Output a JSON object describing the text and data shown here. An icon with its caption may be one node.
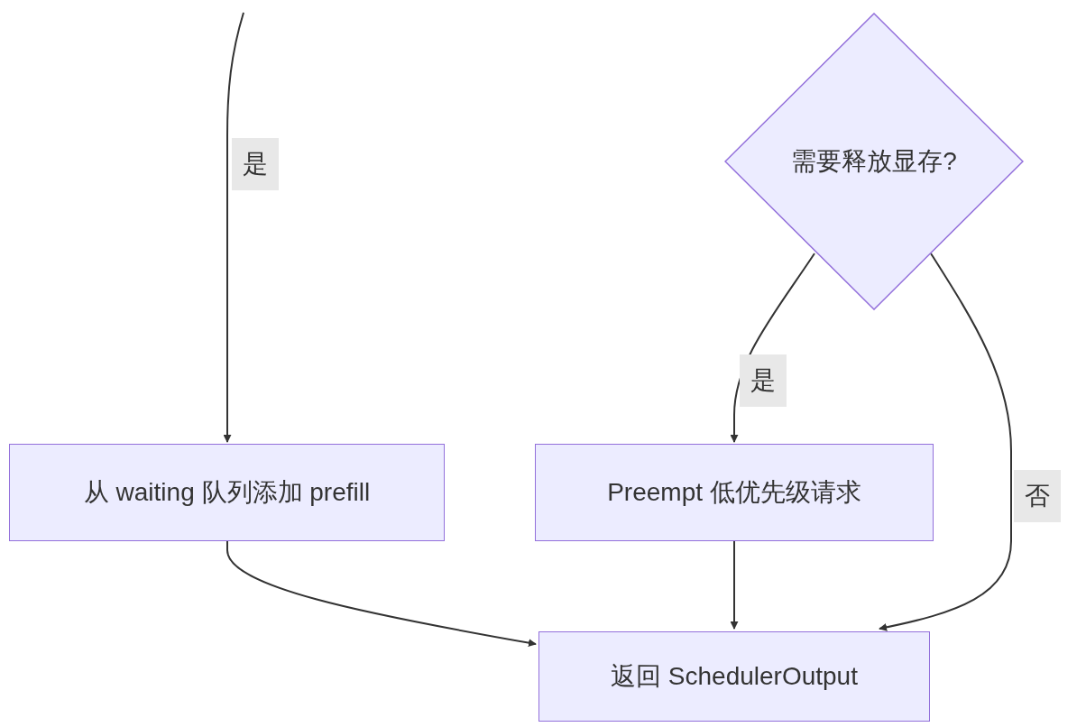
{
  "diagram": {
    "nodes": [
      {
        "text": [
          "需要释放显存?"
        ]
      },
      {
        "text": [
          "从 waiting 队列添加 prefill"
        ]
      },
      {
        "text": [
          "Preempt 低优先级请求"
        ]
      },
      {
        "text": [
          "返回 SchedulerOutput"
        ]
      }
    ],
    "edges": [
      {
        "from": null,
        "to": 1,
        "arrow": "to",
        "label": "是"
      },
      {
        "from": 0,
        "to": 2,
        "arrow": "to",
        "label": "是"
      },
      {
        "from": 0,
        "to": 3,
        "arrow": "to",
        "label": "否"
      },
      {
        "from": 1,
        "to": 3,
        "arrow": "to"
      },
      {
        "from": 2,
        "to": 3,
        "arrow": "to"
      }
    ]
  }
}
